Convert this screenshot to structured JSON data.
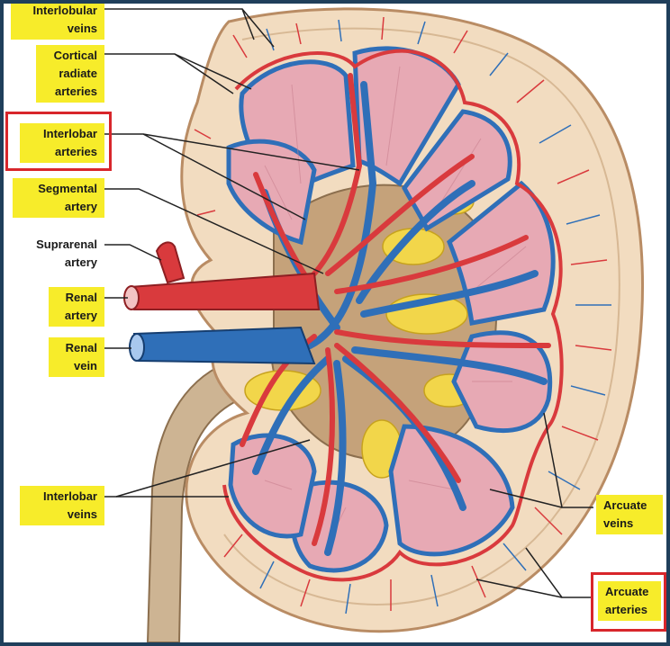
{
  "labels": {
    "interlobular_veins": [
      "Interlobular",
      "veins"
    ],
    "cortical_radiate_arteries": [
      "Cortical",
      "radiate",
      "arteries"
    ],
    "interlobar_arteries": [
      "Interlobar",
      "arteries"
    ],
    "segmental_artery": [
      "Segmental",
      "artery"
    ],
    "suprarenal_artery": [
      "Suprarenal",
      "artery"
    ],
    "renal_artery": [
      "Renal",
      "artery"
    ],
    "renal_vein": [
      "Renal",
      "vein"
    ],
    "interlobar_veins": [
      "Interlobar",
      "veins"
    ],
    "arcuate_veins": [
      "Arcuate",
      "veins"
    ],
    "arcuate_arteries": [
      "Arcuate",
      "arteries"
    ]
  },
  "highlighted": [
    "interlobar_arteries",
    "arcuate_arteries"
  ],
  "colors": {
    "label_fill": "#f7ec2a",
    "highlight_border": "#d8262b",
    "frame": "#1f3f5b",
    "artery": "#d93a3d",
    "vein": "#2f6fb8",
    "medulla": "#e7a9b4",
    "cortex": "#f2dcc0",
    "fat": "#f2d64a"
  }
}
